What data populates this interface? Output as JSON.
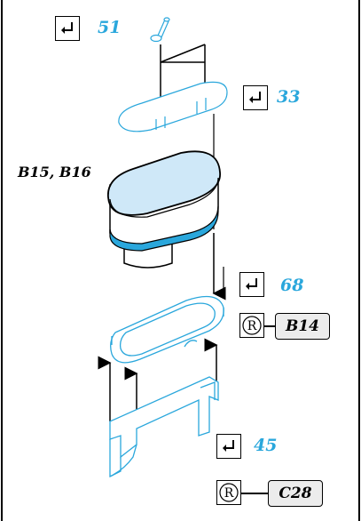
{
  "callouts": [
    {
      "number": "51"
    },
    {
      "number": "33"
    },
    {
      "number": "68"
    },
    {
      "number": "45"
    }
  ],
  "part_label": "B15, B16",
  "parts": [
    {
      "code": "B14"
    },
    {
      "code": "C28"
    }
  ],
  "colors": {
    "accent": "#2aa7dc",
    "part_fill": "#cfe8f8",
    "outline": "#000000",
    "code_box": "#ececec"
  },
  "icons": [
    "return-arrow-icon",
    "registered-mark-icon",
    "up-arrow-icon",
    "down-arrow-icon"
  ]
}
